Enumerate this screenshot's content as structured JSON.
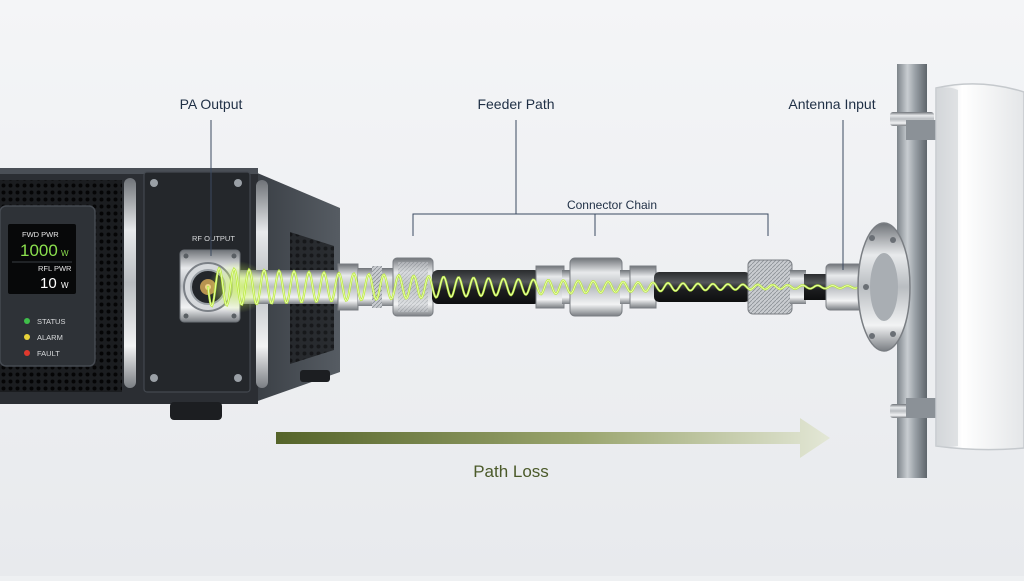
{
  "labels": {
    "pa_output": "PA Output",
    "feeder_path": "Feeder Path",
    "antenna_input": "Antenna Input",
    "connector_chain": "Connector Chain",
    "path_loss": "Path Loss"
  },
  "amplifier": {
    "rf_output_label": "RF OUTPUT",
    "display": {
      "fwd_label": "FWD PWR",
      "fwd_value": "1000",
      "fwd_unit": "W",
      "rfl_label": "RFL PWR",
      "rfl_value": "10",
      "rfl_unit": "W"
    },
    "indicators": [
      {
        "label": "STATUS",
        "color": "#3fbf4a"
      },
      {
        "label": "ALARM",
        "color": "#e8d23a"
      },
      {
        "label": "FAULT",
        "color": "#e0392d"
      }
    ]
  },
  "colors": {
    "accent_text": "#4b5a2a",
    "label_text": "#1f2f45",
    "signal": "#b8ea3a",
    "arrow_start": "#55642a",
    "arrow_end": "#e3e7d6"
  }
}
